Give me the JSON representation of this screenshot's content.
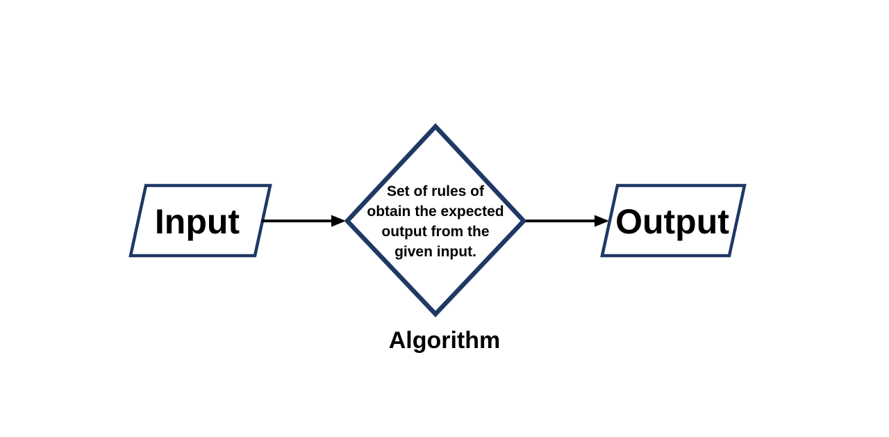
{
  "diagram": {
    "nodes": {
      "input": {
        "label": "Input",
        "shape": "parallelogram"
      },
      "algorithm": {
        "shape": "diamond",
        "description_lines": {
          "0": "Set of rules of",
          "1": "obtain the expected",
          "2": "output from the",
          "3": "given input."
        },
        "caption": "Algorithm"
      },
      "output": {
        "label": "Output",
        "shape": "parallelogram"
      }
    },
    "connections": [
      {
        "from": "input",
        "to": "algorithm"
      },
      {
        "from": "algorithm",
        "to": "output"
      }
    ],
    "colors": {
      "shape_border": "#1f3864",
      "arrow": "#000000",
      "text": "#000000",
      "background": "#ffffff"
    }
  }
}
